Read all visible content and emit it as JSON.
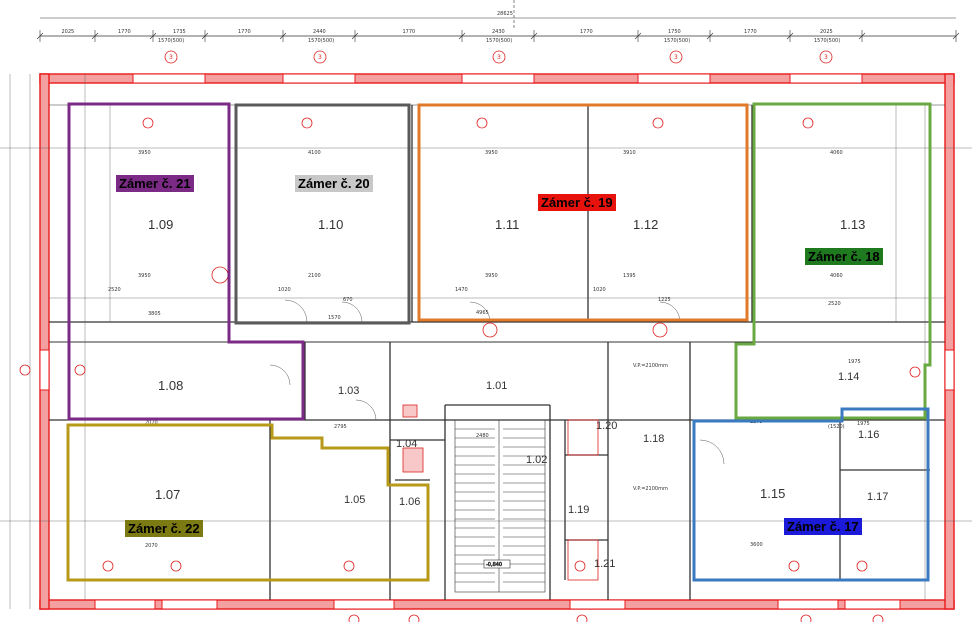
{
  "title_dimension": "28625",
  "top_dimensions": [
    "2025",
    "1770",
    "1735",
    "1770",
    "2440",
    "1770",
    "2430",
    "1770",
    "1750",
    "1770",
    "2025"
  ],
  "top_sub_dimensions": [
    "1570(500)",
    "1570(500)",
    "1570(500)",
    "1570(500)",
    "1570(500)"
  ],
  "window_axis_marks": [
    "3",
    "3",
    "3",
    "3",
    "3"
  ],
  "rooms": [
    {
      "id": "1.09",
      "dims": [
        "3950",
        "3950",
        "2520"
      ]
    },
    {
      "id": "1.10",
      "dims": [
        "4100",
        "2100",
        "1020",
        "670"
      ]
    },
    {
      "id": "1.11",
      "dims": [
        "3950",
        "3950",
        "1470"
      ]
    },
    {
      "id": "1.12",
      "dims": [
        "3910",
        "1395",
        "1020",
        "1225"
      ]
    },
    {
      "id": "1.13",
      "dims": [
        "4060",
        "4060"
      ]
    },
    {
      "id": "1.08",
      "dims": [
        "3805"
      ]
    },
    {
      "id": "1.03",
      "dims": [
        "1570"
      ]
    },
    {
      "id": "1.01",
      "dims": [
        "4965",
        "2480"
      ]
    },
    {
      "id": "1.14",
      "dims": [
        "2520",
        "(1520)"
      ]
    },
    {
      "id": "1.04",
      "dims": []
    },
    {
      "id": "1.02",
      "dims": []
    },
    {
      "id": "1.20",
      "dims": []
    },
    {
      "id": "1.18",
      "dims": [
        "V.P.=2100mm",
        "V.P.=2100mm"
      ]
    },
    {
      "id": "1.16",
      "dims": [
        "1975"
      ]
    },
    {
      "id": "1.07",
      "dims": [
        "2070",
        "2070"
      ]
    },
    {
      "id": "1.05",
      "dims": [
        "2795"
      ]
    },
    {
      "id": "1.06",
      "dims": []
    },
    {
      "id": "1.19",
      "dims": []
    },
    {
      "id": "1.21",
      "dims": []
    },
    {
      "id": "1.15",
      "dims": [
        "2275",
        "3600"
      ]
    },
    {
      "id": "1.17",
      "dims": [
        "1975"
      ]
    }
  ],
  "stair_level": "-0,840",
  "intents": [
    {
      "label": "Zámer č. 21",
      "color": "#7b2a86",
      "text_color": "#000000",
      "bg": "#7b2a86"
    },
    {
      "label": "Zámer č. 20",
      "color": "#5a5a5a",
      "text_color": "#000000",
      "bg": "#c8c8c8"
    },
    {
      "label": "Zámer č. 19",
      "color": "#e07a2a",
      "text_color": "#000000",
      "bg": "#e8120c"
    },
    {
      "label": "Zámer č. 18",
      "color": "#6aa842",
      "text_color": "#000000",
      "bg": "#1f7a1f"
    },
    {
      "label": "Zámer č. 22",
      "color": "#b89a1a",
      "text_color": "#000000",
      "bg": "#7c7a12"
    },
    {
      "label": "Zámer č. 17",
      "color": "#3a7ac0",
      "text_color": "#000000",
      "bg": "#1a1ad8"
    }
  ],
  "colors": {
    "wall": "#e8191b",
    "line": "#333333"
  }
}
